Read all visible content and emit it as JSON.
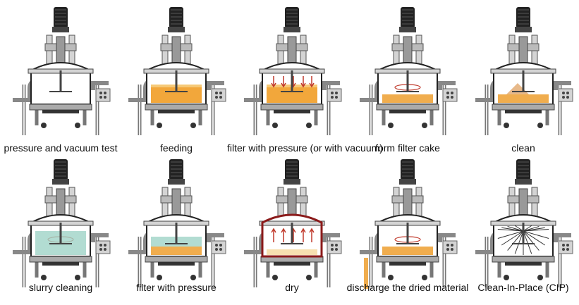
{
  "colors": {
    "steel": "#d4d4d4",
    "steel_dark": "#555555",
    "outline": "#222222",
    "motor": "#222222",
    "slurry": "#f2a73b",
    "slurry_light": "#f6c977",
    "cake": "#f0ad4e",
    "wash": "#9fd3c7",
    "arrow": "#c0392b",
    "dry_band": "#8b1a1a"
  },
  "steps": [
    {
      "label": "pressure and vacuum test",
      "fill": "empty",
      "icon": "vessel-empty-icon"
    },
    {
      "label": "feeding",
      "fill": "slurry",
      "icon": "vessel-slurry-icon"
    },
    {
      "label": "filter with pressure (or with vacuum)",
      "fill": "slurry-arrows",
      "icon": "vessel-filter-icon"
    },
    {
      "label": "form filter cake",
      "fill": "cake",
      "icon": "vessel-cake-icon"
    },
    {
      "label": "clean",
      "fill": "clean",
      "icon": "vessel-clean-icon"
    },
    {
      "label": "slurry cleaning",
      "fill": "wash",
      "icon": "vessel-wash-icon"
    },
    {
      "label": "filter with pressure",
      "fill": "wash-cake",
      "icon": "vessel-wash-filter-icon"
    },
    {
      "label": "dry",
      "fill": "dry",
      "icon": "vessel-dry-icon"
    },
    {
      "label": "discharge the dried material",
      "fill": "discharge",
      "icon": "vessel-discharge-icon"
    },
    {
      "label": "Clean-In-Place (CIP)",
      "fill": "cip",
      "icon": "vessel-cip-icon"
    }
  ]
}
